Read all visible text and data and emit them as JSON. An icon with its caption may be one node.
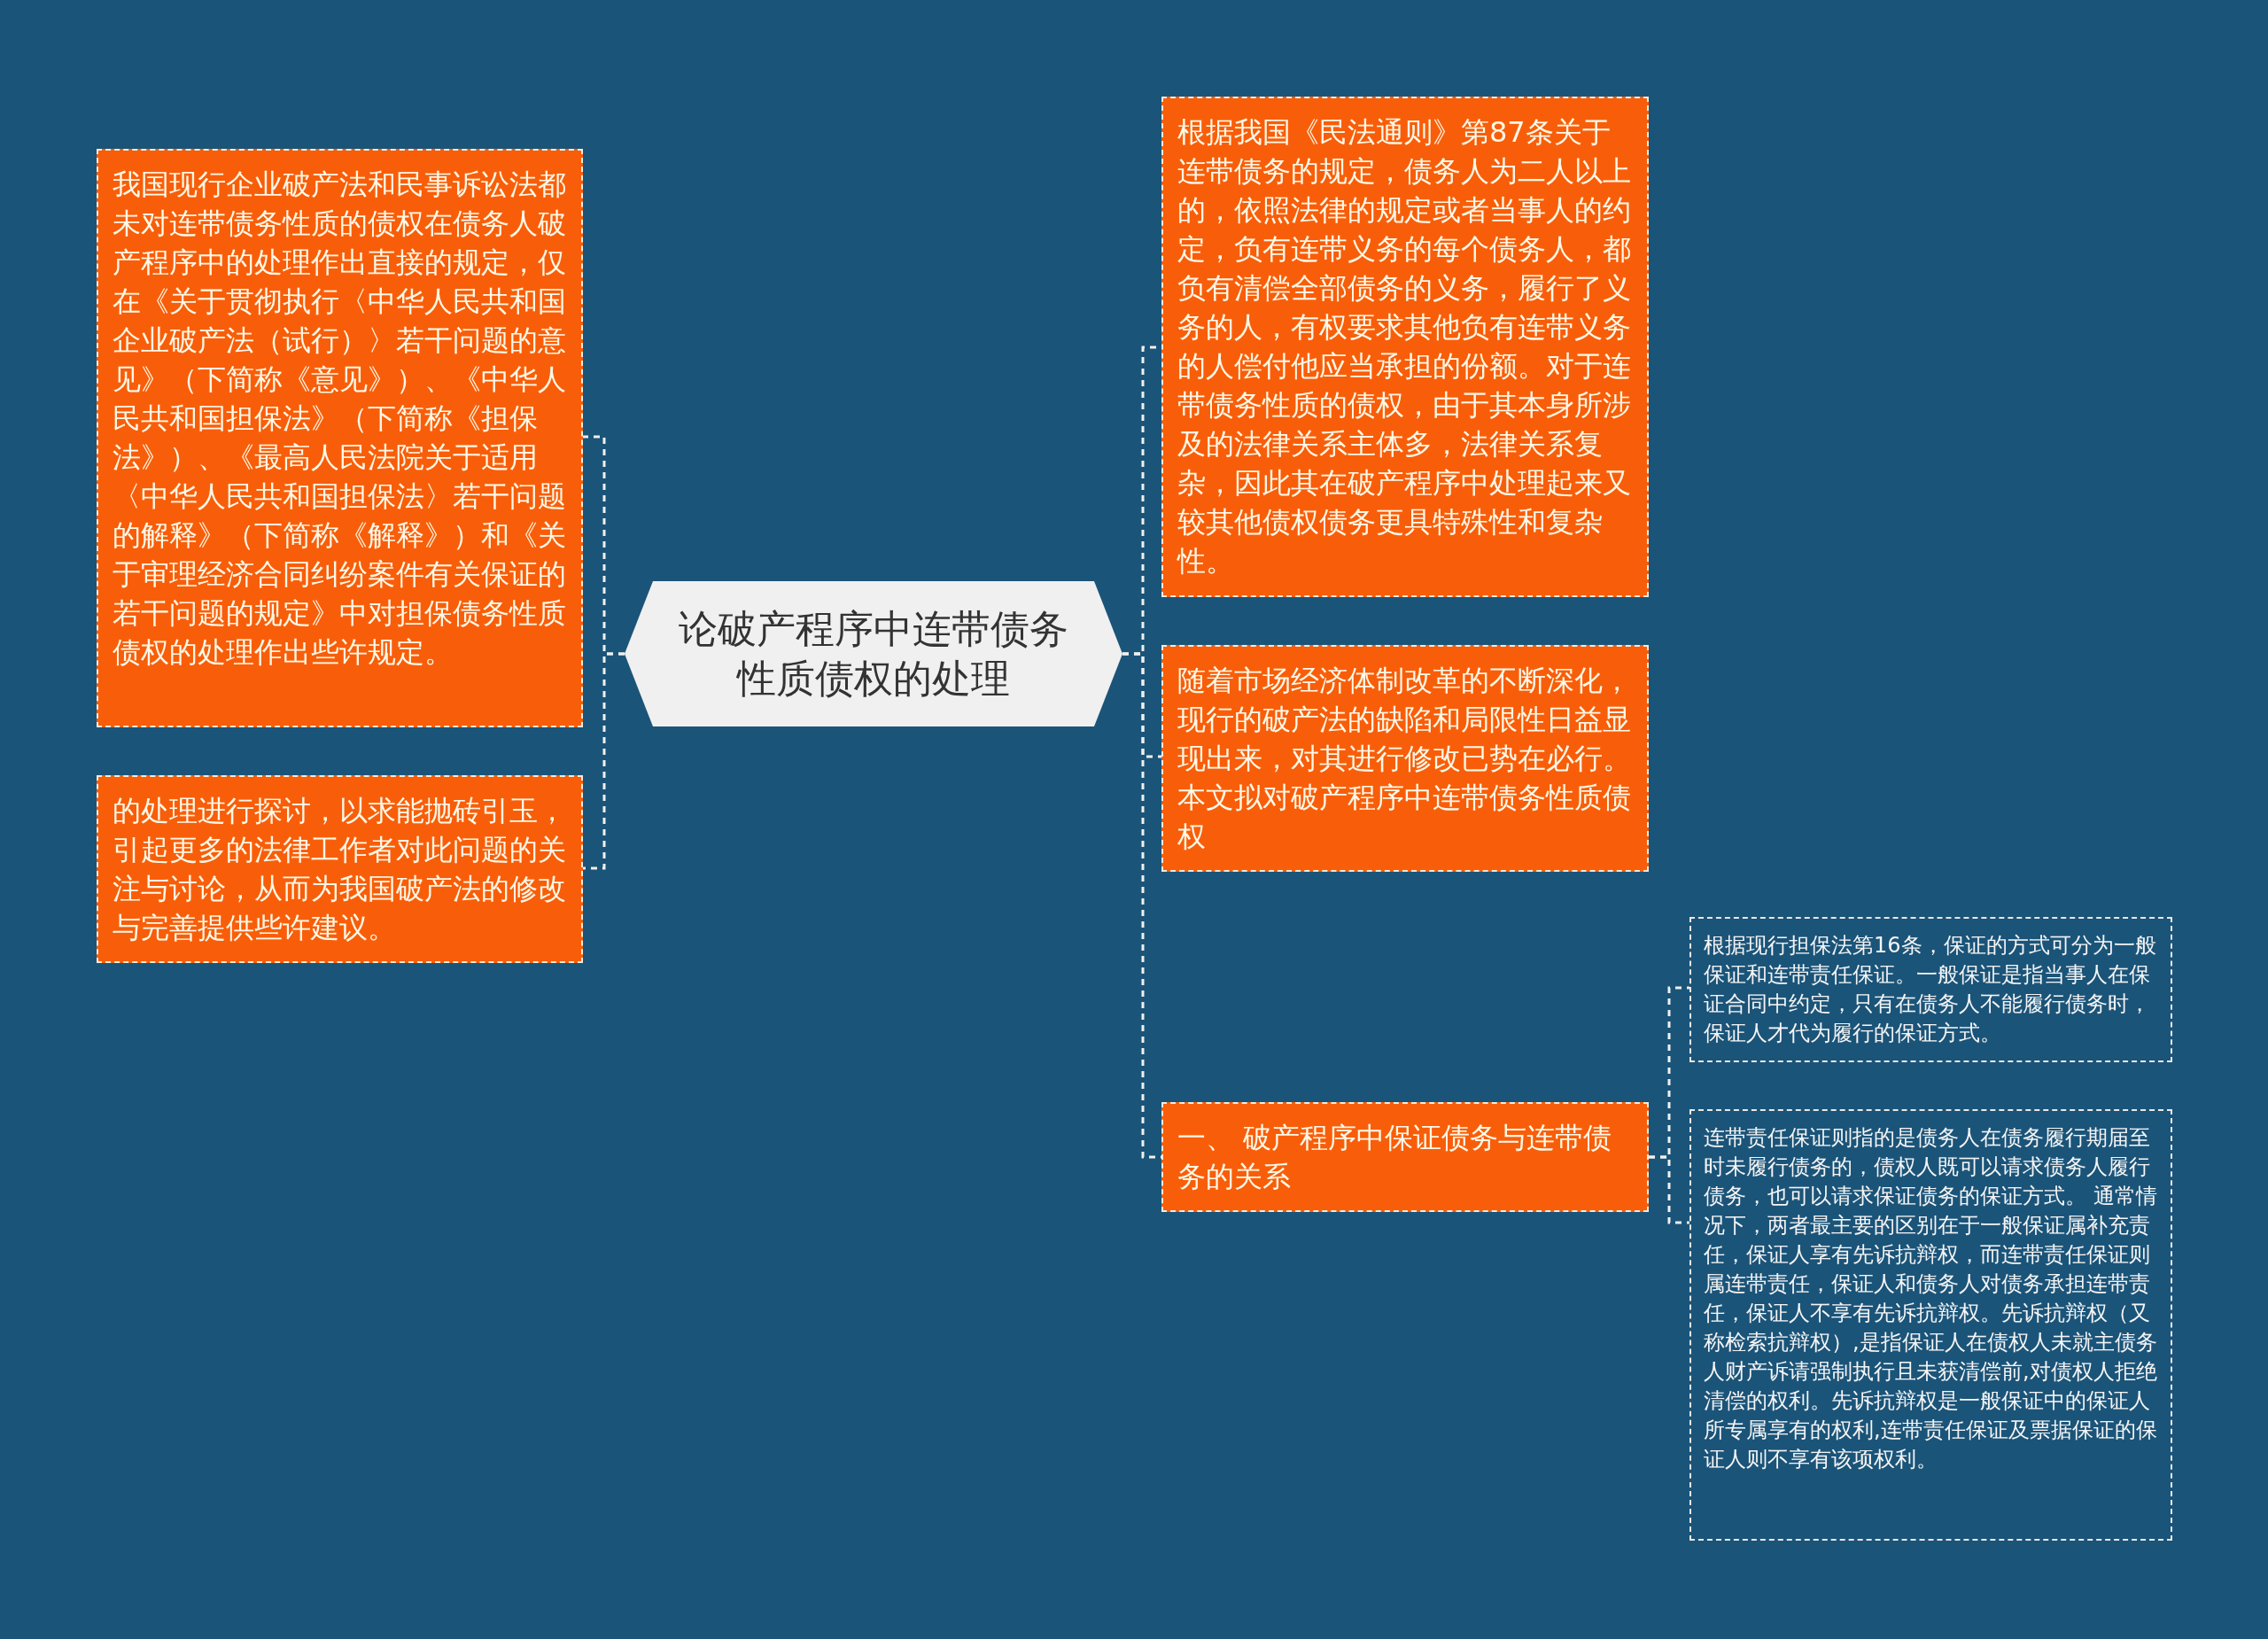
{
  "diagram": {
    "nodes": [
      {
        "text": [
          "论破产程序中连带债务性质债权的处理"
        ]
      },
      {
        "text": [
          "我国现行企业破产法和民事诉讼法都未对连带债务性质的债权在债务人破产程序中的处理作出直接的规定，仅在《关于贯彻执行〈中华人民共和国企业破产法（试行）〉若干问题的意见》（下简称《意见》）、《中华人民共和国担保法》（下简称《担保法》）、《最高人民法院关于适用〈中华人民共和国担保法〉若干问题的解释》（下简称《解释》）和《关于审理经济合同纠纷案件有关保证的若干问题的规定》中对担保债务性质债权的处理作出些许规定。"
        ]
      },
      {
        "text": [
          "的处理进行探讨，以求能抛砖引玉，引起更多的法律工作者对此问题的关注与讨论，从而为我国破产法的修改与完善提供些许建议。"
        ]
      },
      {
        "text": [
          "根据我国《民法通则》第87条关于连带债务的规定，债务人为二人以上的，依照法律的规定或者当事人的约定，负有连带义务的每个债务人，都负有清偿全部债务的义务，履行了义务的人，有权要求其他负有连带义务的人偿付他应当承担的份额。对于连带债务性质的债权，由于其本身所涉及的法律关系主体多，法律关系复杂，因此其在破产程序中处理起来又较其他债权债务更具特殊性和复杂性。"
        ]
      },
      {
        "text": [
          "随着市场经济体制改革的不断深化，现行的破产法的缺陷和局限性日益显现出来，对其进行修改已势在必行。本文拟对破产程序中连带债务性质债权"
        ]
      },
      {
        "text": [
          "一、 破产程序中保证债务与连带债务的关系"
        ]
      },
      {
        "text": [
          "根据现行担保法第16条，保证的方式可分为一般保证和连带责任保证。一般保证是指当事人在保证合同中约定，只有在债务人不能履行债务时，保证人才代为履行的保证方式。"
        ]
      },
      {
        "text": [
          "连带责任保证则指的是债务人在债务履行期届至时未履行债务的，债权人既可以请求债务人履行债务，也可以请求保证债务的保证方式。 通常情况下，两者最主要的区别在于一般保证属补充责任，保证人享有先诉抗辩权，而连带责任保证则属连带责任，保证人和债务人对债务承担连带责任，保证人不享有先诉抗辩权。先诉抗辩权（又称检索抗辩权）,是指保证人在债权人未就主债务人财产诉请强制执行且未获清偿前,对债权人拒绝清偿的权利。先诉抗辩权是一般保证中的保证人所专属享有的权利,连带责任保证及票据保证的保证人则不享有该项权利。"
        ]
      }
    ],
    "edges": [
      {
        "from": 0,
        "to": 1,
        "arrow": "none"
      },
      {
        "from": 0,
        "to": 2,
        "arrow": "none"
      },
      {
        "from": 0,
        "to": 3,
        "arrow": "none"
      },
      {
        "from": 0,
        "to": 4,
        "arrow": "none"
      },
      {
        "from": 0,
        "to": 5,
        "arrow": "none"
      },
      {
        "from": 5,
        "to": 6,
        "arrow": "none"
      },
      {
        "from": 5,
        "to": 7,
        "arrow": "none"
      }
    ]
  }
}
